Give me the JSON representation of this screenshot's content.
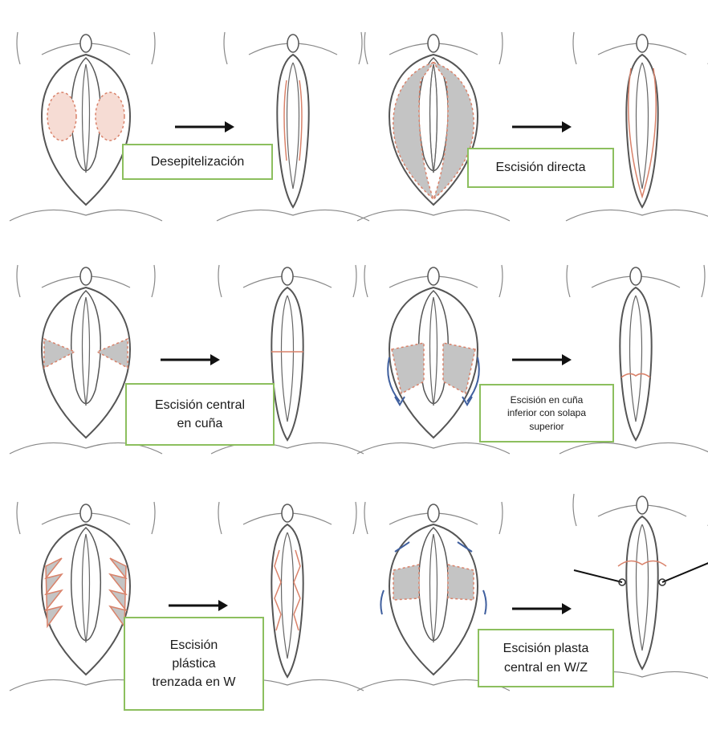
{
  "procedures": [
    {
      "label": "Desepitelización"
    },
    {
      "label": "Escisión directa"
    },
    {
      "label": "Escisión central\nen cuña"
    },
    {
      "label": "Escisión en cuña\ninferior con solapa\nsuperior"
    },
    {
      "label": "Escisión\nplástica\ntrenzada en W"
    },
    {
      "label": "Escisión plasta\ncentral en W/Z"
    }
  ],
  "colors": {
    "outline": "#555555",
    "incision": "#d9826a",
    "shade": "#c4c4c4",
    "arrow": "#111111",
    "flap_arrow": "#3f5f9e",
    "label_border": "#8cbf5e"
  }
}
